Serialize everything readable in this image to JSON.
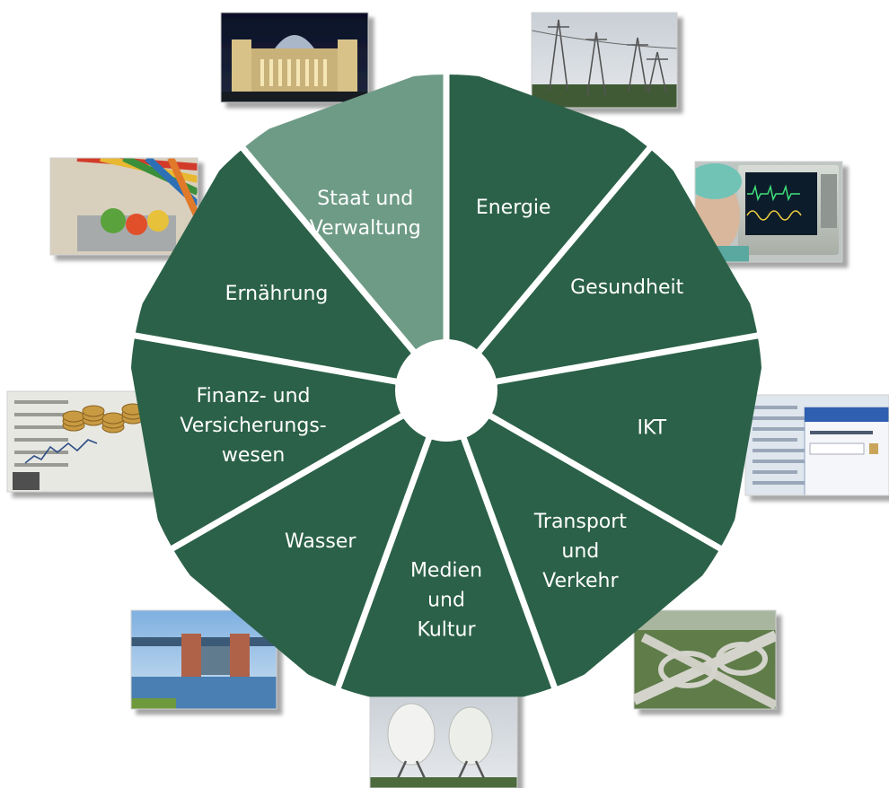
{
  "colors": {
    "sector": "#2b6148",
    "sector_highlight": "#6e9b86",
    "label": "#ffffff",
    "hub": "#ffffff",
    "background": "#ffffff"
  },
  "segments": [
    {
      "id": "staat",
      "lines": [
        "Staat und",
        "Verwaltung"
      ],
      "highlight": true,
      "photo": "reichstag-night-photo"
    },
    {
      "id": "energie",
      "lines": [
        "Energie"
      ],
      "highlight": false,
      "photo": "power-lines-photo"
    },
    {
      "id": "gesundheit",
      "lines": [
        "Gesundheit"
      ],
      "highlight": false,
      "photo": "patient-monitor-photo"
    },
    {
      "id": "ikt",
      "lines": [
        "IKT"
      ],
      "highlight": false,
      "photo": "email-software-photo"
    },
    {
      "id": "transport",
      "lines": [
        "Transport",
        "und",
        "Verkehr"
      ],
      "highlight": false,
      "photo": "highway-interchange-photo"
    },
    {
      "id": "medien",
      "lines": [
        "Medien",
        "und",
        "Kultur"
      ],
      "highlight": false,
      "photo": "satellite-dishes-photo"
    },
    {
      "id": "wasser",
      "lines": [
        "Wasser"
      ],
      "highlight": false,
      "photo": "water-lock-photo"
    },
    {
      "id": "finanz",
      "lines": [
        "Finanz- und",
        "Versicherungs-",
        "wesen"
      ],
      "highlight": false,
      "photo": "coins-stock-chart-photo"
    },
    {
      "id": "ernaehrung",
      "lines": [
        "Ernährung"
      ],
      "highlight": false,
      "photo": "supermarket-photo"
    }
  ]
}
